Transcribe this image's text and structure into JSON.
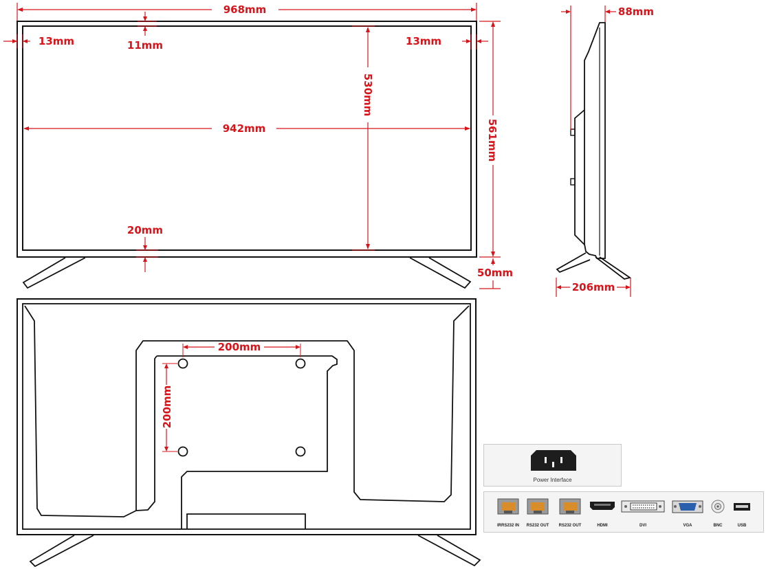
{
  "dimensions": {
    "outer_width": "968mm",
    "screen_width": "942mm",
    "outer_height": "561mm",
    "screen_height": "530mm",
    "bezel_left": "13mm",
    "bezel_right": "13mm",
    "bezel_top": "11mm",
    "bezel_bottom": "20mm",
    "stand_height": "50mm",
    "depth": "88mm",
    "stand_depth": "206mm",
    "vesa_horizontal": "200mm",
    "vesa_vertical": "200mm"
  },
  "power": {
    "label": "Power Interface"
  },
  "ports": [
    {
      "icon": "rj45-port-icon",
      "label": "IRRS232 IN"
    },
    {
      "icon": "rj45-port-icon",
      "label": "RS232 OUT"
    },
    {
      "icon": "rj45-port-icon",
      "label": "RS232 OUT"
    },
    {
      "icon": "hdmi-port-icon",
      "label": "HDMI"
    },
    {
      "icon": "dvi-port-icon",
      "label": "DVI"
    },
    {
      "icon": "vga-port-icon",
      "label": "VGA"
    },
    {
      "icon": "bnc-port-icon",
      "label": "BNC"
    },
    {
      "icon": "usb-port-icon",
      "label": "USB"
    }
  ],
  "colors": {
    "dimension": "#d8141b",
    "outline": "#111111"
  }
}
